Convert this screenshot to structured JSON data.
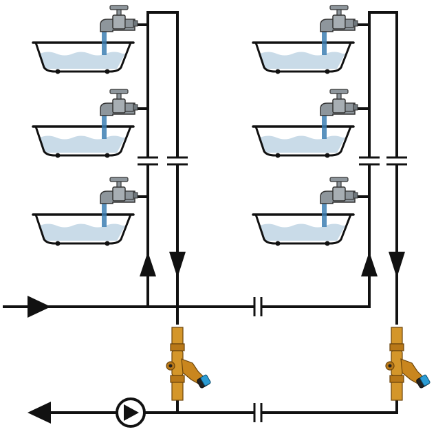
{
  "diagram": {
    "kind": "hot water recirculation schematic",
    "columns": [
      {
        "id": "left",
        "fixtures": 3,
        "supply_flow": "up",
        "return_flow": "down"
      },
      {
        "id": "right",
        "fixtures": 3,
        "supply_flow": "up",
        "return_flow": "down"
      }
    ],
    "main_supply_flow": "right",
    "main_return_flow": "left",
    "components": [
      "bathtub",
      "faucet",
      "balancing-valve",
      "circulation-pump",
      "pipe-break"
    ],
    "colors": {
      "pipe": "#111111",
      "water": "#c9dbe8",
      "water_stream": "#3d7fb3",
      "tub_fill": "#ffffff",
      "faucet": "#8e969c",
      "valve_brass": "#d4962a",
      "valve_dark": "#a86a12",
      "valve_handle": "#2c9cd4"
    }
  }
}
